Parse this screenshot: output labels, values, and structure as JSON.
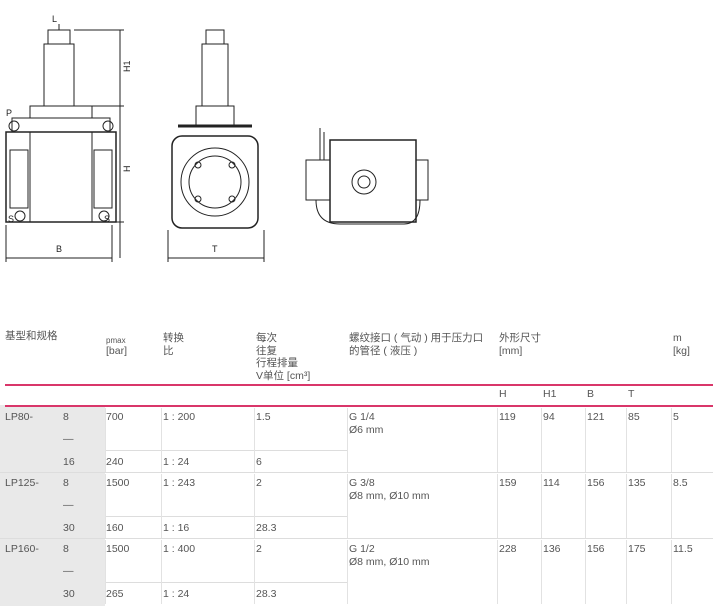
{
  "drawing": {
    "labels": {
      "L": "L",
      "H1": "H1",
      "H": "H",
      "P": "P",
      "S": "S",
      "B": "B",
      "T": "T"
    }
  },
  "table": {
    "headers": {
      "model": "基型和规格",
      "pmax": "pmax",
      "pmax_unit": "[bar]",
      "ratio_1": "转换",
      "ratio_2": "比",
      "vol_1": "每次",
      "vol_2": "往复",
      "vol_3": "行程排量",
      "vol_4": "V单位 [cm³]",
      "thread_1": "螺纹接口 ( 气动 ) 用于压力口",
      "thread_2": "的管径 ( 液压 )",
      "dim_1": "外形尺寸",
      "dim_2": "[mm]",
      "m_1": "m",
      "m_2": "[kg]",
      "H": "H",
      "H1": "H1",
      "B": "B",
      "T": "T"
    },
    "rows": [
      {
        "model": "LP80-",
        "s1": "8",
        "dash": "—",
        "s2": "16",
        "p1": "700",
        "p2": "240",
        "r1": "1 : 200",
        "r2": "1 : 24",
        "v1": "1.5",
        "v2": "6",
        "thread": "G 1/4",
        "tube": "Ø6 mm",
        "H": "119",
        "H1": "94",
        "B": "121",
        "T": "85",
        "m": "5"
      },
      {
        "model": "LP125-",
        "s1": "8",
        "dash": "—",
        "s2": "30",
        "p1": "1500",
        "p2": "160",
        "r1": "1 : 243",
        "r2": "1 : 16",
        "v1": "2",
        "v2": "28.3",
        "thread": "G 3/8",
        "tube": "Ø8 mm, Ø10 mm",
        "H": "159",
        "H1": "114",
        "B": "156",
        "T": "135",
        "m": "8.5"
      },
      {
        "model": "LP160-",
        "s1": "8",
        "dash": "—",
        "s2": "30",
        "p1": "1500",
        "p2": "265",
        "r1": "1 : 400",
        "r2": "1 : 24",
        "v1": "2",
        "v2": "28.3",
        "thread": "G 1/2",
        "tube": "Ø8 mm, Ø10 mm",
        "H": "228",
        "H1": "136",
        "B": "156",
        "T": "175",
        "m": "11.5"
      }
    ]
  }
}
